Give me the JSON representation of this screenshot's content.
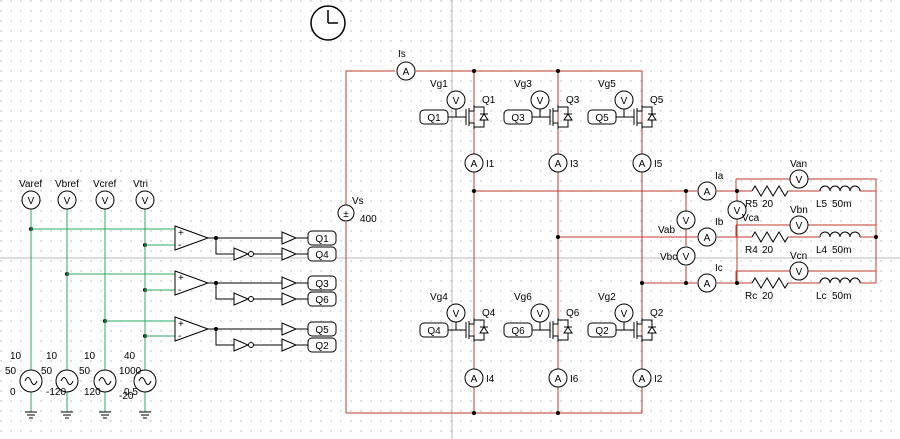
{
  "power": {
    "source_label": "Vs",
    "source_value": "400",
    "meter_is": "Is"
  },
  "switches": [
    {
      "gate_meter": "Vg1",
      "name": "Q1",
      "gate_tag": "Q1",
      "current": "I1"
    },
    {
      "gate_meter": "Vg3",
      "name": "Q3",
      "gate_tag": "Q3",
      "current": "I3"
    },
    {
      "gate_meter": "Vg5",
      "name": "Q5",
      "gate_tag": "Q5",
      "current": "I5"
    },
    {
      "gate_meter": "Vg4",
      "name": "Q4",
      "gate_tag": "Q4",
      "current": "I4"
    },
    {
      "gate_meter": "Vg6",
      "name": "Q6",
      "gate_tag": "Q6",
      "current": "I6"
    },
    {
      "gate_meter": "Vg2",
      "name": "Q2",
      "gate_tag": "Q2",
      "current": "I2"
    }
  ],
  "load": {
    "line_currents": [
      "Ia",
      "Ib",
      "Ic"
    ],
    "line_voltages": [
      "Vab",
      "Vbc",
      "Vca"
    ],
    "phase_voltages": [
      "Van",
      "Vbn",
      "Vcn"
    ],
    "resistors": [
      {
        "name": "R5",
        "value": "20"
      },
      {
        "name": "R4",
        "value": "20"
      },
      {
        "name": "Rc",
        "value": "20"
      }
    ],
    "inductors": [
      {
        "name": "L5",
        "value": "50m"
      },
      {
        "name": "L4",
        "value": "50m"
      },
      {
        "name": "Lc",
        "value": "50m"
      }
    ]
  },
  "control": {
    "ref_meters": [
      "Varef",
      "Vbref",
      "Vcref",
      "Vtri"
    ],
    "sources": [
      {
        "amp": "10",
        "freq": "50",
        "phase": "0"
      },
      {
        "amp": "10",
        "freq": "50",
        "phase": "-120"
      },
      {
        "amp": "10",
        "freq": "50",
        "phase": "120"
      },
      {
        "amp": "40",
        "freq": "1000",
        "phase": "0.5",
        "offset": "-20"
      }
    ],
    "outputs_true": [
      "Q1",
      "Q3",
      "Q5"
    ],
    "outputs_inv": [
      "Q4",
      "Q6",
      "Q2"
    ]
  },
  "meter_symbols": {
    "volt": "V",
    "amp": "A"
  }
}
